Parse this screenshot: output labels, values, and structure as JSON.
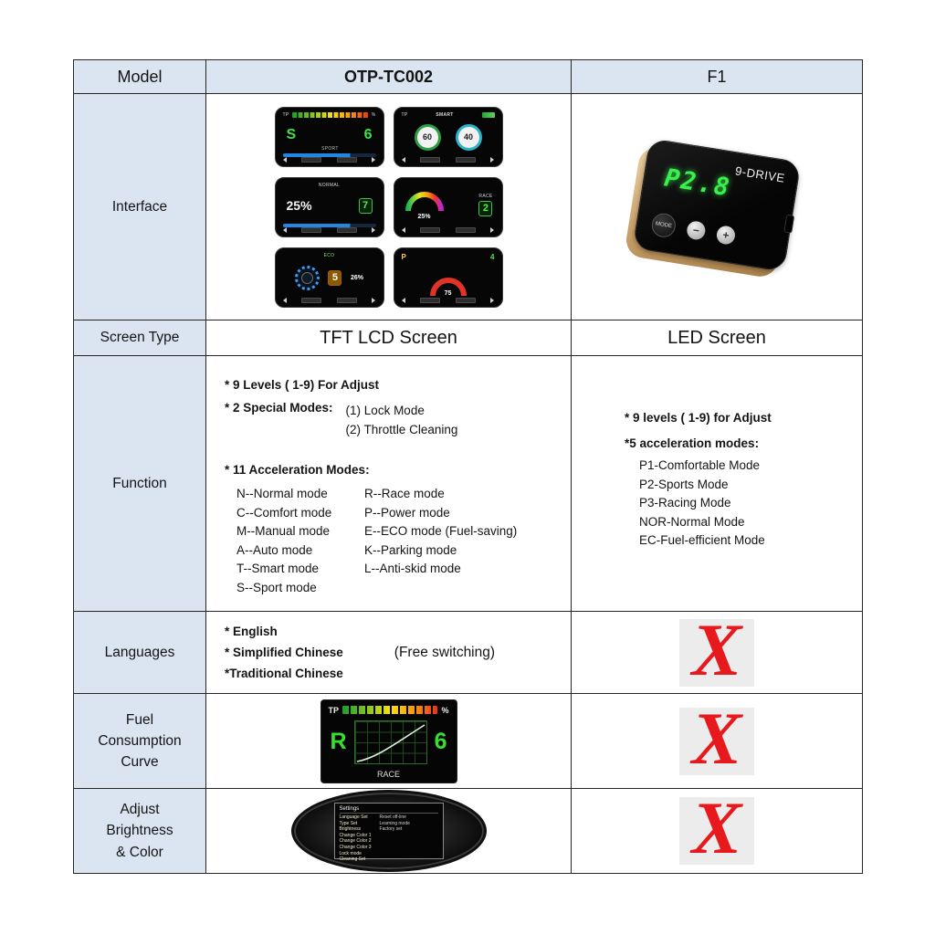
{
  "header": {
    "model": "Model",
    "col1": "OTP-TC002",
    "col2": "F1"
  },
  "row_labels": {
    "interface": "Interface",
    "screen_type": "Screen Type",
    "function": "Function",
    "languages": "Languages",
    "fuel": "Fuel\nConsumption\nCurve",
    "brightness": "Adjust\nBrightness\n& Color"
  },
  "screen_type": {
    "col1": "TFT LCD Screen",
    "col2": "LED Screen"
  },
  "screens": {
    "sport": {
      "tp": "TP",
      "pct": "%",
      "letter": "S",
      "mode": "SPORT",
      "value": "6"
    },
    "smart": {
      "tp": "TP",
      "mode": "SMART",
      "g1": "60",
      "g2": "40"
    },
    "normal": {
      "mode": "NORMAL",
      "pct": "25%",
      "value": "7"
    },
    "race": {
      "mode": "RACE",
      "pct": "25%",
      "value": "2"
    },
    "eco": {
      "mode": "ECO",
      "pct": "26%",
      "value": "5"
    },
    "power": {
      "letter": "P",
      "value": "4",
      "gauge": "75"
    }
  },
  "f1_device": {
    "display": "P2.8",
    "brand": "9-DRIVE",
    "mode_btn": "MODE",
    "minus_btn": "−",
    "plus_btn": "+"
  },
  "function_col1": {
    "levels": "* 9 Levels ( 1-9) For Adjust",
    "special_title": "* 2 Special Modes:",
    "special_1": "(1) Lock Mode",
    "special_2": "(2) Throttle Cleaning",
    "accel_title": "* 11 Acceleration Modes:",
    "left": [
      "N--Normal mode",
      "C--Comfort mode",
      "M--Manual mode",
      "A--Auto mode",
      "T--Smart mode",
      "S--Sport mode"
    ],
    "right": [
      "R--Race mode",
      "P--Power mode",
      "E--ECO mode (Fuel-saving)",
      "K--Parking mode",
      "L--Anti-skid mode"
    ]
  },
  "function_col2": {
    "levels": "* 9 levels ( 1-9) for Adjust",
    "accel_title": "*5 acceleration modes:",
    "modes": [
      "P1-Comfortable Mode",
      "P2-Sports Mode",
      "P3-Racing Mode",
      "NOR-Normal Mode",
      "EC-Fuel-efficient Mode"
    ]
  },
  "languages": {
    "items": [
      "* English",
      "* Simplified Chinese",
      "*Traditional Chinese"
    ],
    "note": "(Free switching)"
  },
  "fuel_screen": {
    "tp": "TP",
    "pct": "%",
    "letter": "R",
    "value": "6",
    "mode": "RACE"
  },
  "settings_menu": {
    "title": "Settings",
    "left": [
      "Language Set",
      "Type Set",
      "Brightness",
      "Change Color 1",
      "Change Color 2",
      "Change Color 3",
      "Lock mode",
      "Cleaning Set"
    ],
    "right": [
      "Reset off-line",
      "Learning mode",
      "Factory set"
    ]
  },
  "x_mark": "X"
}
